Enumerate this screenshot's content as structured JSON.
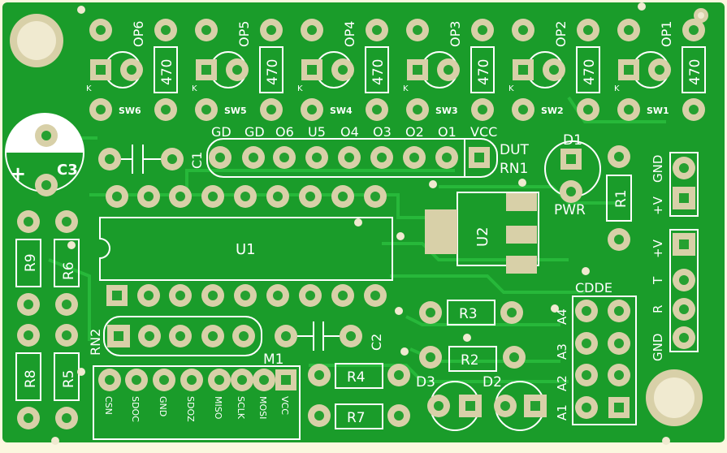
{
  "board": {
    "bg_color": "#fbf7df",
    "pcb_color": "#1a9c2a",
    "trace_color": "#27b83a",
    "pad_color": "#d8d0a8",
    "hole_color": "#25a030",
    "silk_color": "#ffffff"
  },
  "outputs": {
    "labels": [
      "OP6",
      "OP5",
      "OP4",
      "OP3",
      "OP2",
      "OP1"
    ],
    "resistor_value": "470",
    "k_label": "K"
  },
  "switches": [
    "SW6",
    "SW5",
    "SW4",
    "SW3",
    "SW2",
    "SW1"
  ],
  "header_top": {
    "pins": [
      "GD",
      "GD",
      "O6",
      "U5",
      "O4",
      "O3",
      "O2",
      "O1",
      "VCC"
    ],
    "dut_label": "DUT",
    "rn_label": "RN1"
  },
  "caps": {
    "c1": "C1",
    "c2": "C2",
    "c3": "C3",
    "plus": "+"
  },
  "chips": {
    "u1": "U1",
    "u2": "U2"
  },
  "resistors": {
    "r1": "R1",
    "r2": "R2",
    "r3": "R3",
    "r4": "R4",
    "r5": "R5",
    "r6": "R6",
    "r7": "R7",
    "r8": "R8",
    "r9": "R9"
  },
  "leds": {
    "d1": "D1",
    "d2": "D2",
    "d3": "D3",
    "pwr": "PWR"
  },
  "rn2": "RN2",
  "m1": {
    "label": "M1",
    "pins": [
      "CSN",
      "SDOC",
      "GND",
      "SDOZ",
      "MISO",
      "SCLK",
      "MOSI",
      "VCC"
    ]
  },
  "right_conn": {
    "gnd": "GND",
    "vplus1": "+V",
    "vplus2": "+V",
    "t": "T",
    "r": "R",
    "gnd2": "GND"
  },
  "prog": {
    "cdde": "CDDE",
    "left_labels": [
      "A4",
      "A3",
      "A2",
      "A1"
    ]
  }
}
